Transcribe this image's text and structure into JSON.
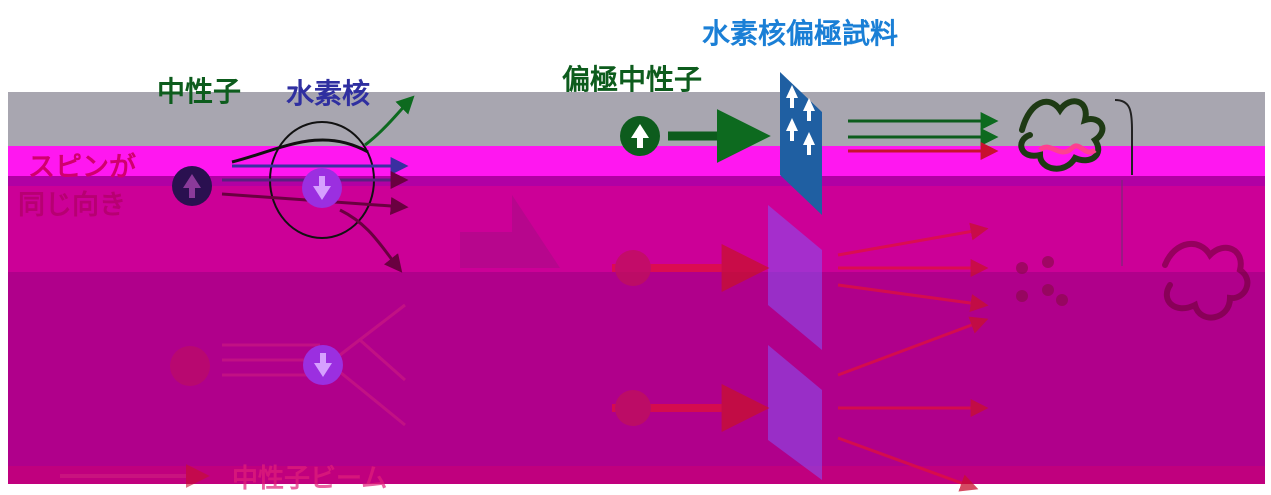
{
  "labels": {
    "neutron": "中性子",
    "hydrogen_nucleus": "水素核",
    "polarized_neutron": "偏極中性子",
    "polarized_sample": "水素核偏極試料",
    "same_spin_line1": "スピンが",
    "same_spin_line2": "同じ向き",
    "neutron_beam": "中性子ビーム"
  },
  "colors": {
    "neutron_green": "#0d5c1d",
    "hydrogen_blue": "#2f2fa0",
    "sample_blue": "#1a7fd6",
    "magenta_text": "#d1006e",
    "band_gray": "#a8a6b0",
    "band_pink": "#ff17f0",
    "band_magenta": "#cc0097",
    "band_dark": "#b0008b",
    "sample_panel": "#1f5fa2",
    "red_arrow": "#c8102e"
  },
  "icons": [
    "spin-up-icon",
    "spin-down-icon",
    "arrow-right-icon",
    "protein-molecule-icon",
    "detector-plate-icon"
  ]
}
